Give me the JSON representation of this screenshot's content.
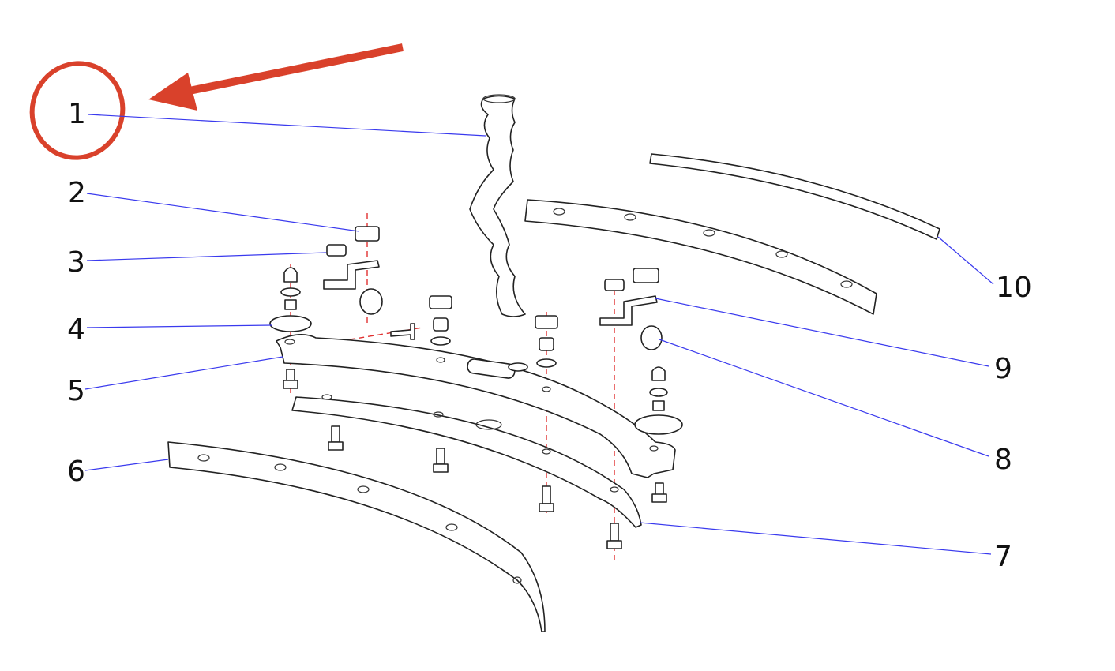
{
  "diagram": {
    "callouts": [
      {
        "id": "1",
        "part": "hose"
      },
      {
        "id": "2",
        "part": "star-knob-caster"
      },
      {
        "id": "3",
        "part": "star-knob"
      },
      {
        "id": "4",
        "part": "bumper-wheel"
      },
      {
        "id": "5",
        "part": "squeegee-frame"
      },
      {
        "id": "6",
        "part": "front-squeegee-blade"
      },
      {
        "id": "7",
        "part": "blade-strip"
      },
      {
        "id": "8",
        "part": "caster-wheel"
      },
      {
        "id": "9",
        "part": "caster-bracket"
      },
      {
        "id": "10",
        "part": "rear-squeegee-blade"
      }
    ],
    "highlight": {
      "callout": "1",
      "color": "#d9412b"
    },
    "colors": {
      "leader": "#3a3aee",
      "axis": "#e03030"
    }
  }
}
